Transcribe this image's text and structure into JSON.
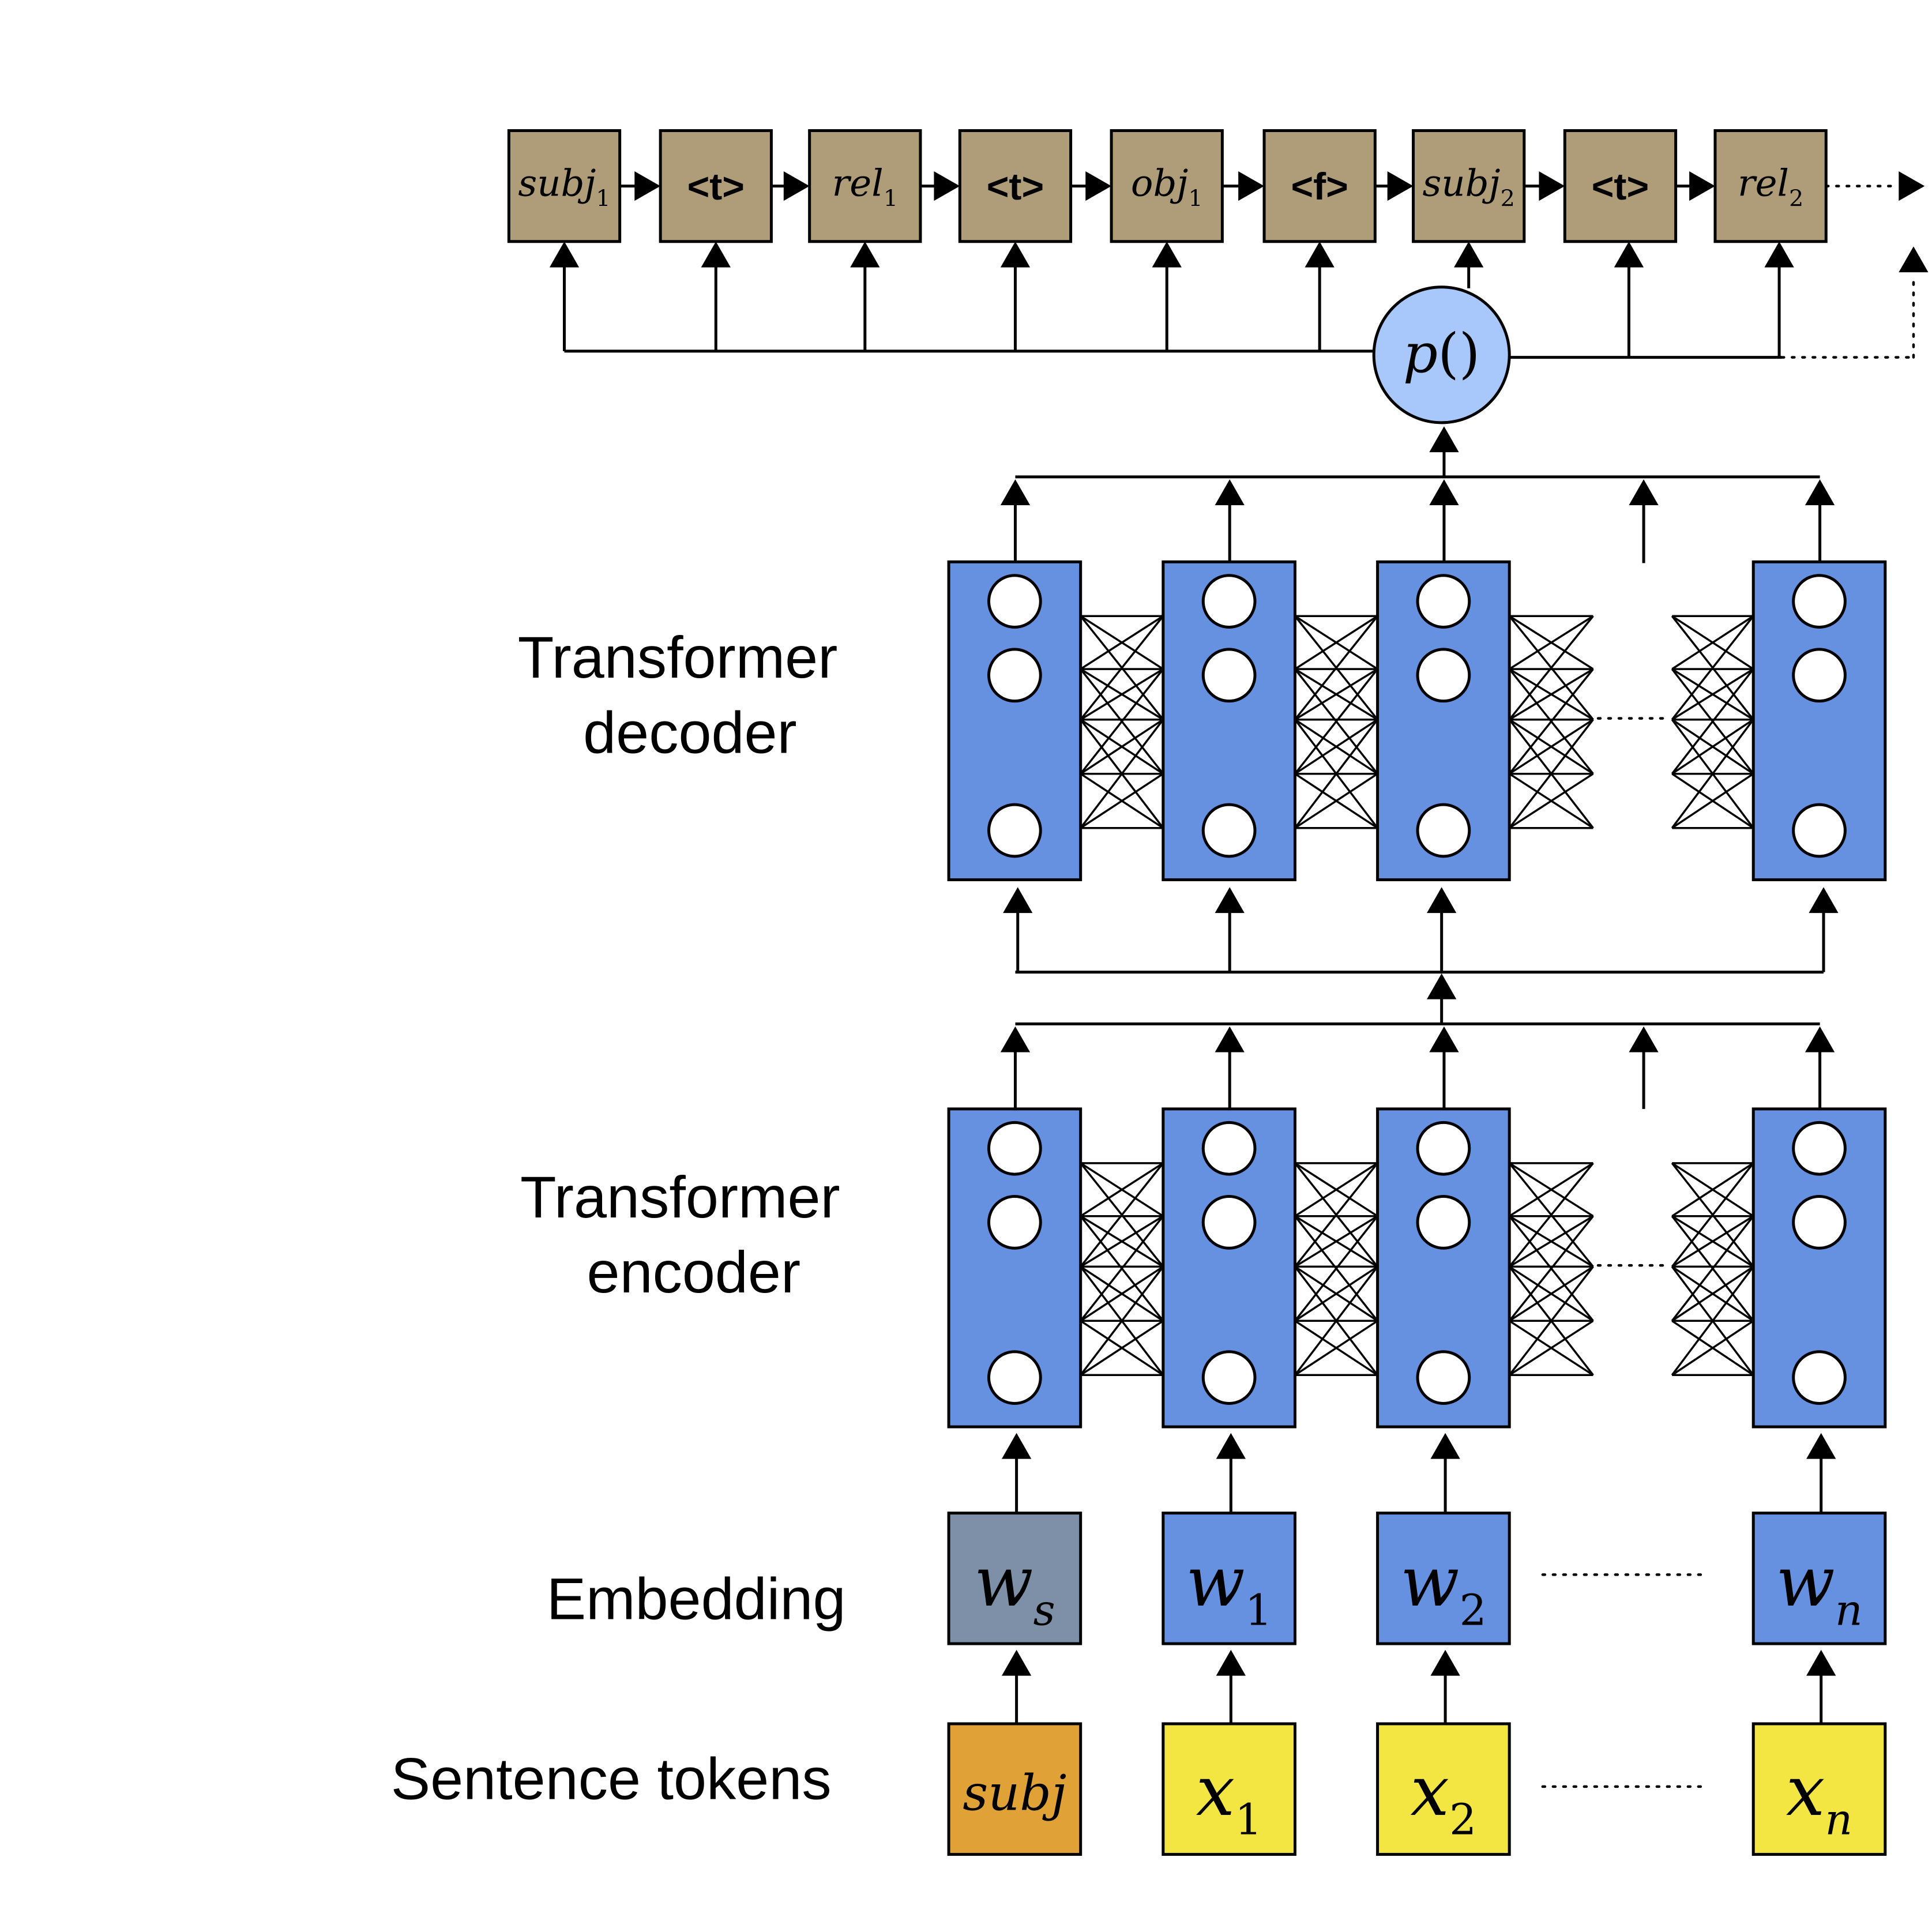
{
  "labels": {
    "decoder": [
      "Transformer",
      "decoder"
    ],
    "encoder": [
      "Transformer",
      "encoder"
    ],
    "embedding": "Embedding",
    "tokens": "Sentence tokens"
  },
  "output_sequence": [
    {
      "base": "subj",
      "sub": "1",
      "style": "math"
    },
    {
      "text": "<t>",
      "style": "tag"
    },
    {
      "base": "rel",
      "sub": "1",
      "style": "math"
    },
    {
      "text": "<t>",
      "style": "tag"
    },
    {
      "base": "obj",
      "sub": "1",
      "style": "math"
    },
    {
      "text": "<f>",
      "style": "tag"
    },
    {
      "base": "subj",
      "sub": "2",
      "style": "math"
    },
    {
      "text": "<t>",
      "style": "tag"
    },
    {
      "base": "rel",
      "sub": "2",
      "style": "math"
    }
  ],
  "prob_node": {
    "base": "p",
    "suffix": "()"
  },
  "embeddings": [
    {
      "base": "w",
      "sub": "s",
      "sub_italic": true
    },
    {
      "base": "w",
      "sub": "1"
    },
    {
      "base": "w",
      "sub": "2"
    },
    {
      "base": "w",
      "sub": "n",
      "sub_italic": true
    }
  ],
  "tokens": [
    {
      "base": "subj"
    },
    {
      "base": "x",
      "sub": "1"
    },
    {
      "base": "x",
      "sub": "2"
    },
    {
      "base": "x",
      "sub": "n",
      "sub_italic": true
    }
  ],
  "colors": {
    "output_box": "#ae9d78",
    "transformer_block": "#6690e0",
    "embedding_subject": "#7e8fa8",
    "embedding_word": "#6690e0",
    "token_subject": "#e0a236",
    "token_word": "#f4e642",
    "prob_node": "#a8c8fc",
    "neuron": "#ffffff"
  }
}
